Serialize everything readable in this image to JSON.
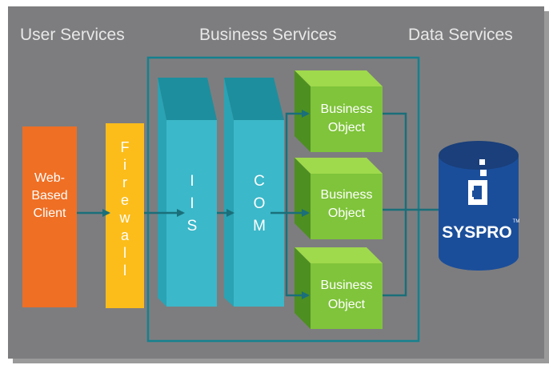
{
  "headings": {
    "user_services": "User Services",
    "business_services": "Business Services",
    "data_services": "Data Services"
  },
  "client": {
    "line1": "Web-",
    "line2": "Based",
    "line3": "Client"
  },
  "firewall": {
    "letters": [
      "F",
      "i",
      "r",
      "e",
      "w",
      "a",
      "l",
      "l"
    ]
  },
  "iis": {
    "letters": [
      "I",
      "I",
      "S"
    ]
  },
  "com": {
    "letters": [
      "C",
      "O",
      "M"
    ]
  },
  "business_objects": [
    {
      "line1": "Business",
      "line2": "Object"
    },
    {
      "line1": "Business",
      "line2": "Object"
    },
    {
      "line1": "Business",
      "line2": "Object"
    }
  ],
  "database": {
    "label": "SYSPRO",
    "trademark": "TM",
    "icon": "syspro-logo-icon"
  },
  "colors": {
    "background": "#7d7d7f",
    "client": "#ef6f24",
    "firewall": "#fcbd1b",
    "pillar_front": "#3bb8c9",
    "pillar_top": "#1d8e9e",
    "box_front": "#7fc43a",
    "box_top": "#9fd94c",
    "box_side": "#4e8f22",
    "database": "#1b4e9a",
    "database_top": "#1a3f7a",
    "arrow": "#1a6f7a",
    "frame": "#15818f"
  }
}
